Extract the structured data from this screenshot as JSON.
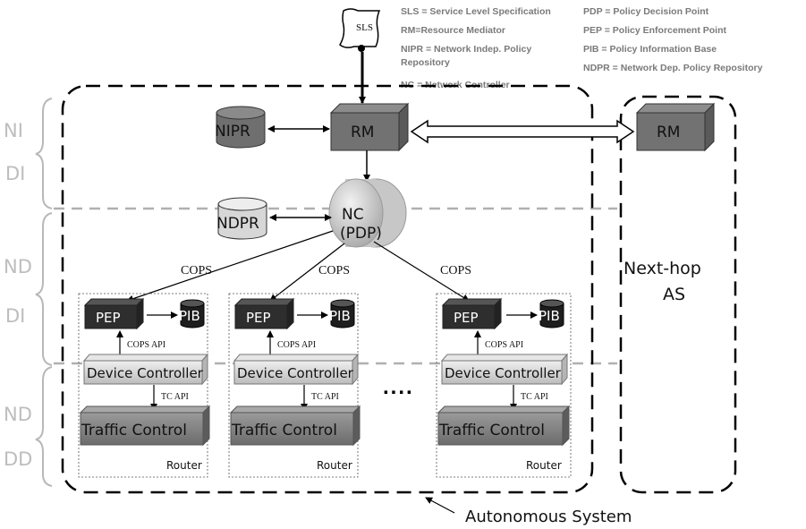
{
  "legend": {
    "sls": "SLS = Service Level Specification",
    "rm": "RM=Resource Mediator",
    "nipr_line1": "NIPR = Network Indep. Policy",
    "nipr_line2": "Repository",
    "nc": "NC = Network Controller",
    "pdp": "PDP = Policy Decision Point",
    "pep": "PEP = Policy Enforcement Point",
    "pib": "PIB = Policy Information Base",
    "ndpr": "NDPR = Network Dep. Policy Repository"
  },
  "side_labels": {
    "ni": "NI",
    "di_top": "DI",
    "nd_mid": "ND",
    "di_mid": "DI",
    "nd_bot": "ND",
    "dd": "DD"
  },
  "nodes": {
    "sls": "SLS",
    "nipr": "NIPR",
    "rm": "RM",
    "rm_next": "RM",
    "ndpr": "NDPR",
    "nc": "NC",
    "nc_sub": "(PDP)"
  },
  "routers": [
    {
      "pep": "PEP",
      "pib": "PIB",
      "cops_api": "COPS API",
      "device_controller": "Device Controller",
      "tc_api": "TC API",
      "traffic_control": "Traffic Control",
      "label": "Router"
    },
    {
      "pep": "PEP",
      "pib": "PIB",
      "cops_api": "COPS API",
      "device_controller": "Device Controller",
      "tc_api": "TC API",
      "traffic_control": "Traffic Control",
      "label": "Router"
    },
    {
      "pep": "PEP",
      "pib": "PIB",
      "cops_api": "COPS API",
      "device_controller": "Device Controller",
      "tc_api": "TC API",
      "traffic_control": "Traffic Control",
      "label": "Router"
    }
  ],
  "cops_labels": [
    "COPS",
    "COPS",
    "COPS"
  ],
  "ellipsis": "....",
  "next_hop": {
    "line1": "Next-hop",
    "line2": "AS"
  },
  "autonomous_system": "Autonomous System"
}
